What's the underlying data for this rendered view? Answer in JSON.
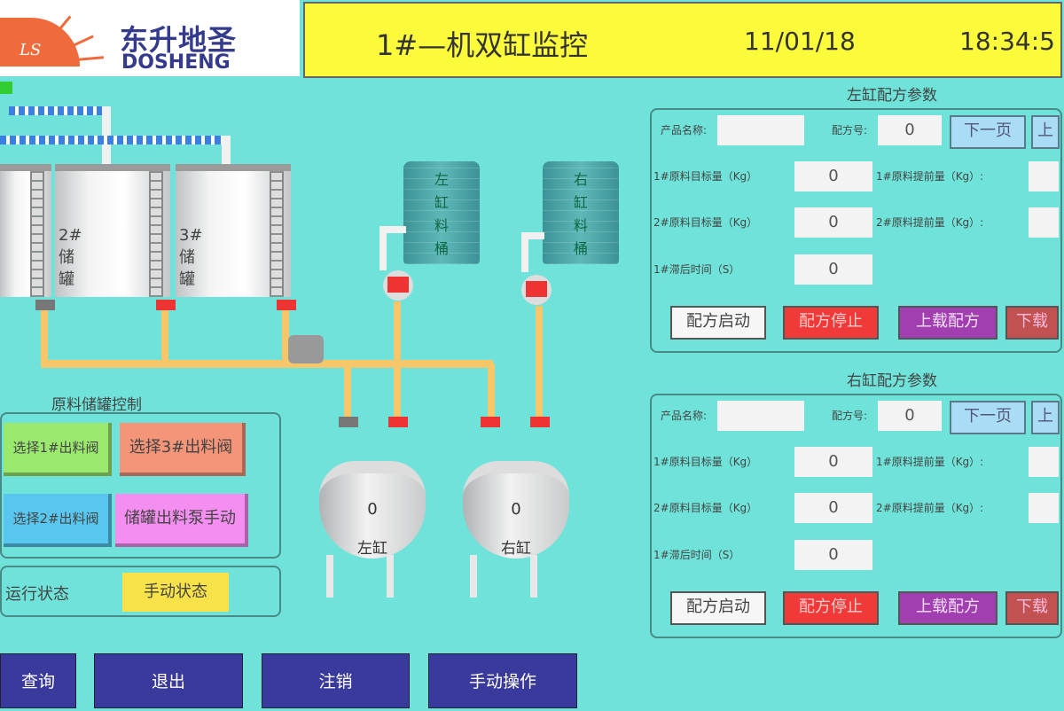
{
  "header": {
    "brand_cn": "东升地圣",
    "brand_en": "DOSHENG",
    "brand_mark": "LS",
    "title": "1#—机双缸监控",
    "date": "11/01/18",
    "time": "18:34:5"
  },
  "storage_tanks": [
    {
      "label": "2#储罐"
    },
    {
      "label": "3#储罐"
    }
  ],
  "silos": [
    {
      "label": "左缸料桶"
    },
    {
      "label": "右缸料桶"
    }
  ],
  "reactors": [
    {
      "name": "左缸",
      "value": "0"
    },
    {
      "name": "右缸",
      "value": "0"
    }
  ],
  "storage_control": {
    "title": "原料储罐控制",
    "buttons": [
      "选择1#出料阀",
      "选择3#出料阀",
      "选择2#出料阀",
      "储罐出料泵手动"
    ],
    "status_label": "运行状态",
    "status_value": "手动状态"
  },
  "recipe_panels": [
    {
      "title": "左缸配方参数",
      "product_name_label": "产品名称:",
      "product_name": "",
      "recipe_no_label": "配方号:",
      "recipe_no": "0",
      "next_page": "下一页",
      "prev_page": "上",
      "target1_label": "1#原料目标量（Kg）",
      "target1": "0",
      "target2_label": "2#原料目标量（Kg）",
      "target2": "0",
      "advance1_label": "1#原料提前量（Kg）:",
      "advance2_label": "2#原料提前量（Kg）:",
      "delay_label": "1#滞后时间（S）",
      "delay": "0",
      "start": "配方启动",
      "stop": "配方停止",
      "upload": "上载配方",
      "download": "下载"
    },
    {
      "title": "右缸配方参数",
      "product_name_label": "产品名称:",
      "product_name": "",
      "recipe_no_label": "配方号:",
      "recipe_no": "0",
      "next_page": "下一页",
      "prev_page": "上",
      "target1_label": "1#原料目标量（Kg）",
      "target1": "0",
      "target2_label": "2#原料目标量（Kg）",
      "target2": "0",
      "advance1_label": "1#原料提前量（Kg）:",
      "advance2_label": "2#原料提前量（Kg）:",
      "delay_label": "1#滞后时间（S）",
      "delay": "0",
      "start": "配方启动",
      "stop": "配方停止",
      "upload": "上载配方",
      "download": "下载"
    }
  ],
  "nav": [
    "查询",
    "退出",
    "注销",
    "手动操作"
  ]
}
